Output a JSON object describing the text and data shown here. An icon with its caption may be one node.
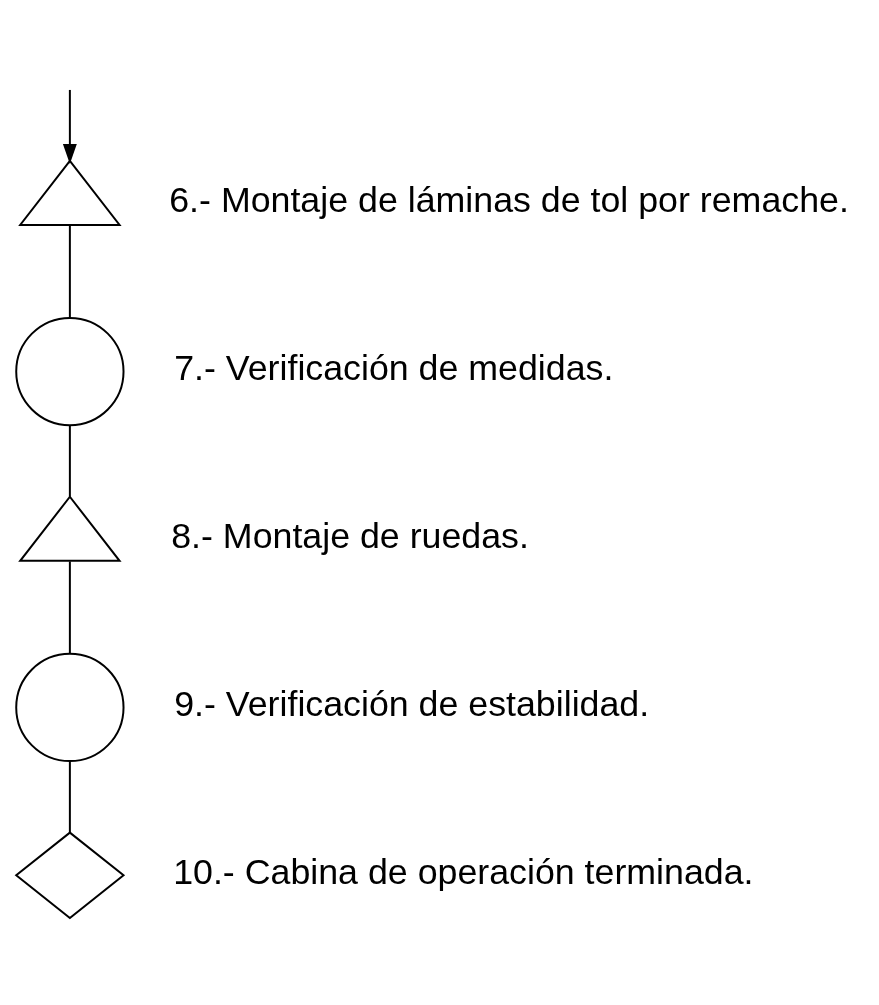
{
  "diagram": {
    "nodes": [
      {
        "text": [],
        "shape": "triangle",
        "beside": [
          "6.- Montaje de láminas de tol por remache."
        ]
      },
      {
        "text": [],
        "shape": "circle",
        "beside": [
          "7.- Verificación de medidas."
        ]
      },
      {
        "text": [],
        "shape": "triangle",
        "beside": [
          "8.- Montaje de ruedas."
        ]
      },
      {
        "text": [],
        "shape": "circle",
        "beside": [
          "9.- Verificación de estabilidad."
        ]
      },
      {
        "text": [],
        "shape": "diamond",
        "beside": [
          "10.- Cabina de operación terminada."
        ]
      }
    ],
    "edges": [
      {
        "from": null,
        "to": 0,
        "arrow": "to"
      },
      {
        "from": 0,
        "to": 1,
        "arrow": "none"
      },
      {
        "from": 1,
        "to": 2,
        "arrow": "none"
      },
      {
        "from": 2,
        "to": 3,
        "arrow": "none"
      },
      {
        "from": 3,
        "to": 4,
        "arrow": "none"
      }
    ]
  }
}
